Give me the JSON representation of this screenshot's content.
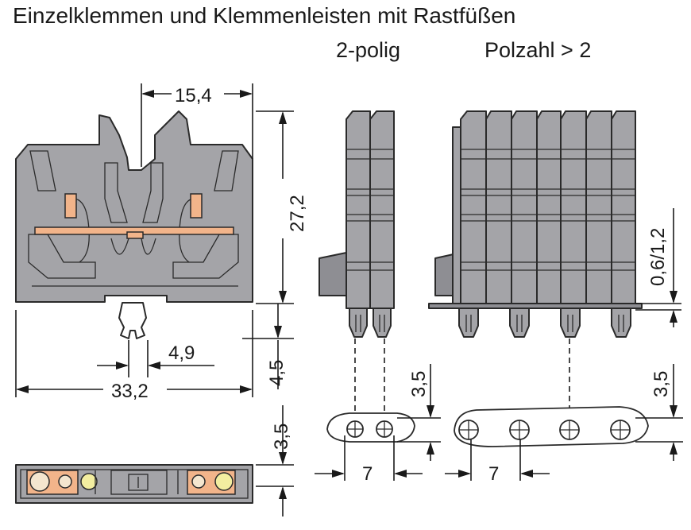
{
  "title": "Einzelklemmen und Klemmenleisten mit Rastfüßen",
  "subtitles": {
    "two_pole": "2-polig",
    "multi_pole": "Polzahl > 2"
  },
  "dimensions": {
    "width_top": "15,4",
    "height": "27,2",
    "foot_offset": "4,9",
    "foot_height": "4,5",
    "total_width": "33,2",
    "bottom_height": "3,5",
    "panel_thickness": "0,6/1,2",
    "pad_height_2pole": "3,5",
    "pad_height_multi": "3,5",
    "pitch_2pole": "7",
    "pitch_multi": "7"
  },
  "colors": {
    "housing": "#a4a4a8",
    "housing_dark": "#8e8e93",
    "outline": "#2a2a2a",
    "busbar": "#f2b48a",
    "marker": "#f3eea0"
  }
}
